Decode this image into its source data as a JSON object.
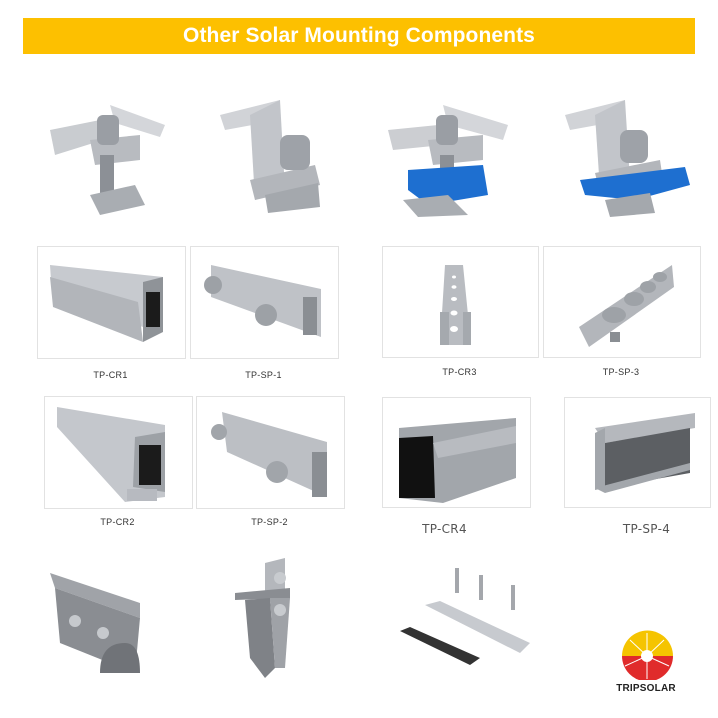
{
  "header": {
    "title": "Other Solar Mounting Components",
    "background_color": "#fdc000",
    "text_color": "#ffffff"
  },
  "row_clamps": [
    {
      "icon": "mid-clamp-icon"
    },
    {
      "icon": "end-clamp-icon"
    },
    {
      "icon": "mid-clamp-blue-base-icon"
    },
    {
      "icon": "end-clamp-blue-base-icon"
    }
  ],
  "rails_row_1": [
    {
      "label": "TP-CR1",
      "icon": "rail-profile-icon"
    },
    {
      "label": "TP-SP-1",
      "icon": "splice-plate-icon"
    },
    {
      "label": "TP-CR3",
      "icon": "c-channel-rail-icon"
    },
    {
      "label": "TP-SP-3",
      "icon": "c-channel-splice-icon"
    }
  ],
  "rails_row_2": [
    {
      "label": "TP-CR2",
      "icon": "rail-profile-icon"
    },
    {
      "label": "TP-SP-2",
      "icon": "splice-plate-icon"
    },
    {
      "label": "TP-CR4",
      "icon": "rail-profile-icon"
    },
    {
      "label": "TP-SP-4",
      "icon": "splice-channel-icon"
    }
  ],
  "row_roof": [
    {
      "icon": "trapezoidal-roof-clamp-icon"
    },
    {
      "icon": "standing-seam-clamp-icon"
    },
    {
      "icon": "mini-rail-kit-icon"
    }
  ],
  "logo": {
    "brand": "TRIPSOLAR",
    "colors": {
      "top": "#f5c400",
      "bottom": "#e02b2b"
    }
  }
}
